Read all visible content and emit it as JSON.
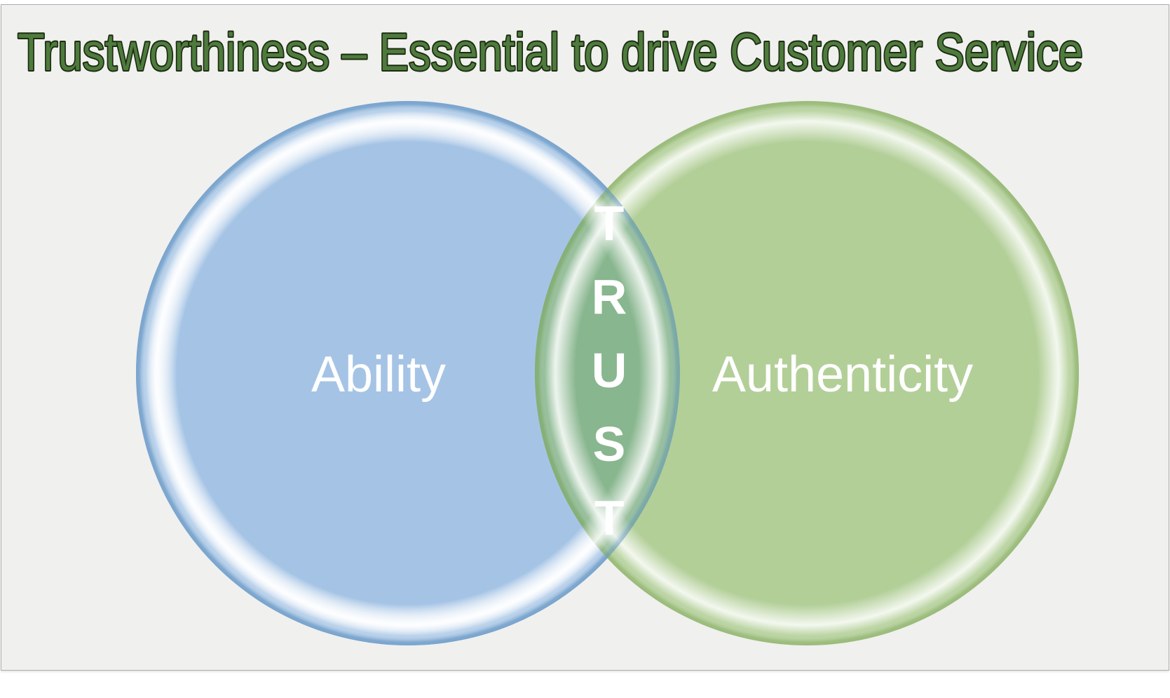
{
  "slide": {
    "title": "Trustworthiness – Essential to drive Customer Service"
  },
  "venn": {
    "left_label": "Ability",
    "right_label": "Authenticity",
    "overlap_word": "TRUST",
    "overlap_letters": [
      "T",
      "R",
      "U",
      "S",
      "T"
    ]
  },
  "colors": {
    "slide_background": "#f0f0ee",
    "left_circle": "#a5c4e5",
    "right_circle": "#b3cf98",
    "overlap": "#88b68e",
    "title_fill": "#4e7b3d",
    "title_outline": "#1c2c11",
    "label_text": "#ffffff"
  }
}
